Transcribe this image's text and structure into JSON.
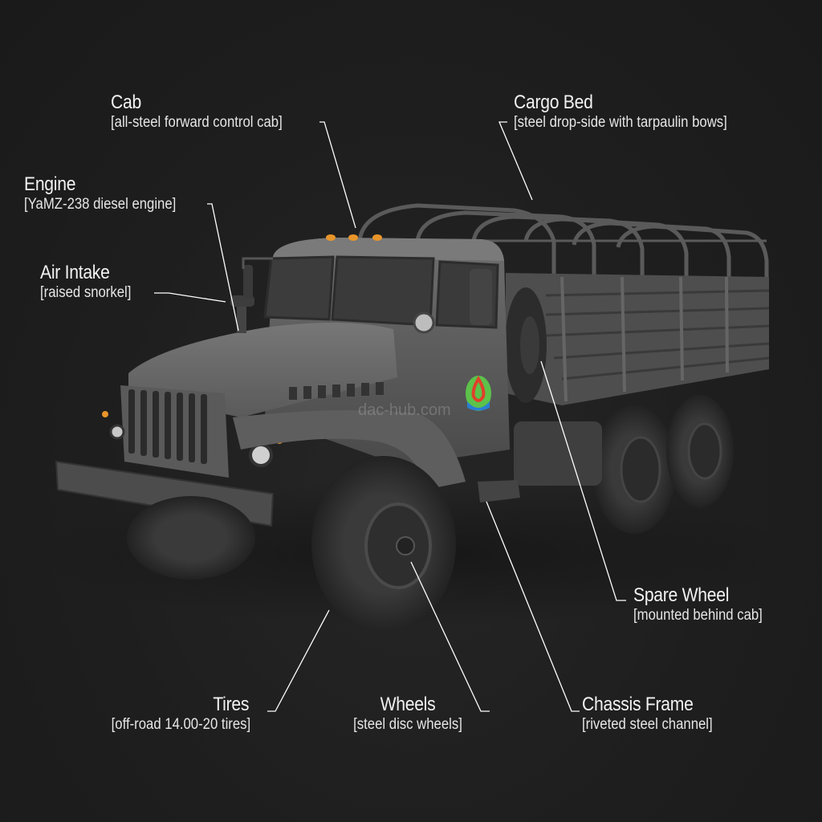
{
  "diagram": {
    "subject": "Military 6x6 cargo truck",
    "background_color": "#1e1e1e",
    "label_color": "#f2f2f2",
    "leader_line_color": "#ffffff",
    "emblem_colors": {
      "outer": "#5cc24a",
      "flame": "#e0402a",
      "water": "#2a7fd0"
    },
    "marker_light_color": "#e8952a",
    "watermark": "dac-hub.com"
  },
  "labels": [
    {
      "id": "cab",
      "title": "Cab",
      "desc": "[all-steel forward control cab]"
    },
    {
      "id": "engine",
      "title": "Engine",
      "desc": "[YaMZ-238 diesel engine]"
    },
    {
      "id": "air-intake",
      "title": "Air Intake",
      "desc": "[raised snorkel]"
    },
    {
      "id": "cargo-bed",
      "title": "Cargo Bed",
      "desc": "[steel drop-side with tarpaulin bows]"
    },
    {
      "id": "spare-wheel",
      "title": "Spare Wheel",
      "desc": "[mounted behind cab]"
    },
    {
      "id": "tires",
      "title": "Tires",
      "desc": "[off-road 14.00-20 tires]"
    },
    {
      "id": "wheels",
      "title": "Wheels",
      "desc": "[steel disc wheels]"
    },
    {
      "id": "chassis-frame",
      "title": "Chassis Frame",
      "desc": "[riveted steel channel]"
    }
  ]
}
